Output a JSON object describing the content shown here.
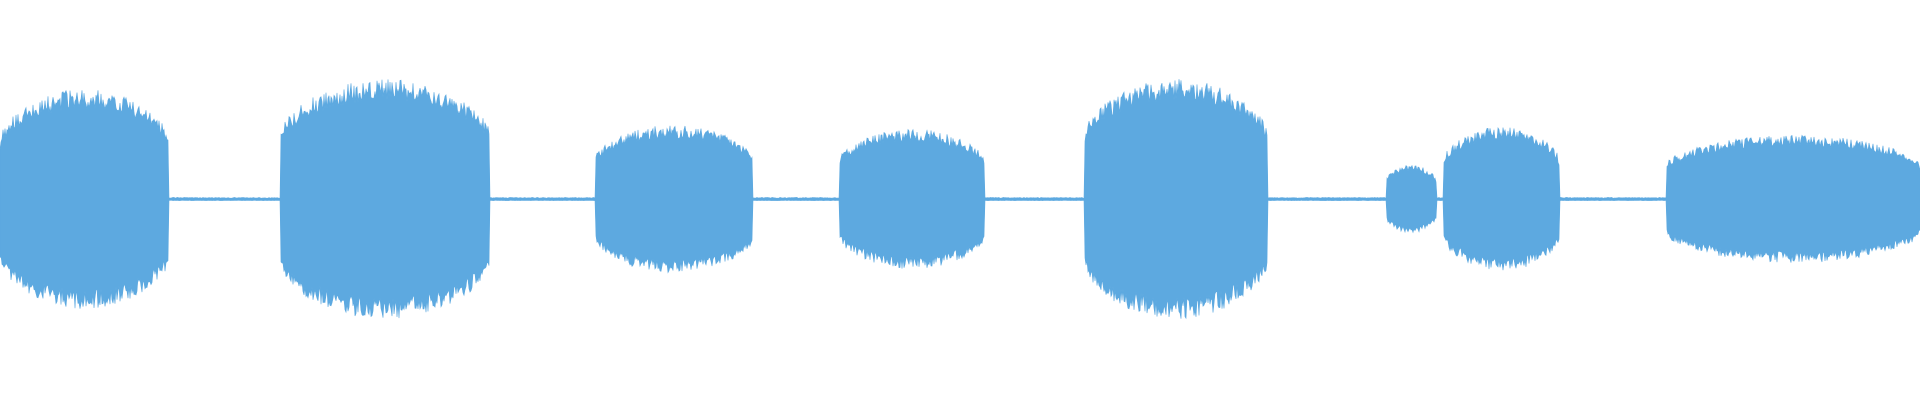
{
  "waveform": {
    "color": "#5DA9E0",
    "background": "#FFFFFF",
    "baseline_amplitude": 0.008,
    "segments": [
      {
        "start": 0.0,
        "end": 0.088,
        "peak": 0.55
      },
      {
        "start": 0.146,
        "end": 0.255,
        "peak": 0.6
      },
      {
        "start": 0.31,
        "end": 0.392,
        "peak": 0.37
      },
      {
        "start": 0.437,
        "end": 0.513,
        "peak": 0.35
      },
      {
        "start": 0.565,
        "end": 0.66,
        "peak": 0.6
      },
      {
        "start": 0.722,
        "end": 0.748,
        "peak": 0.17
      },
      {
        "start": 0.752,
        "end": 0.812,
        "peak": 0.36
      },
      {
        "start": 0.868,
        "end": 1.0,
        "peak": 0.32
      }
    ]
  }
}
